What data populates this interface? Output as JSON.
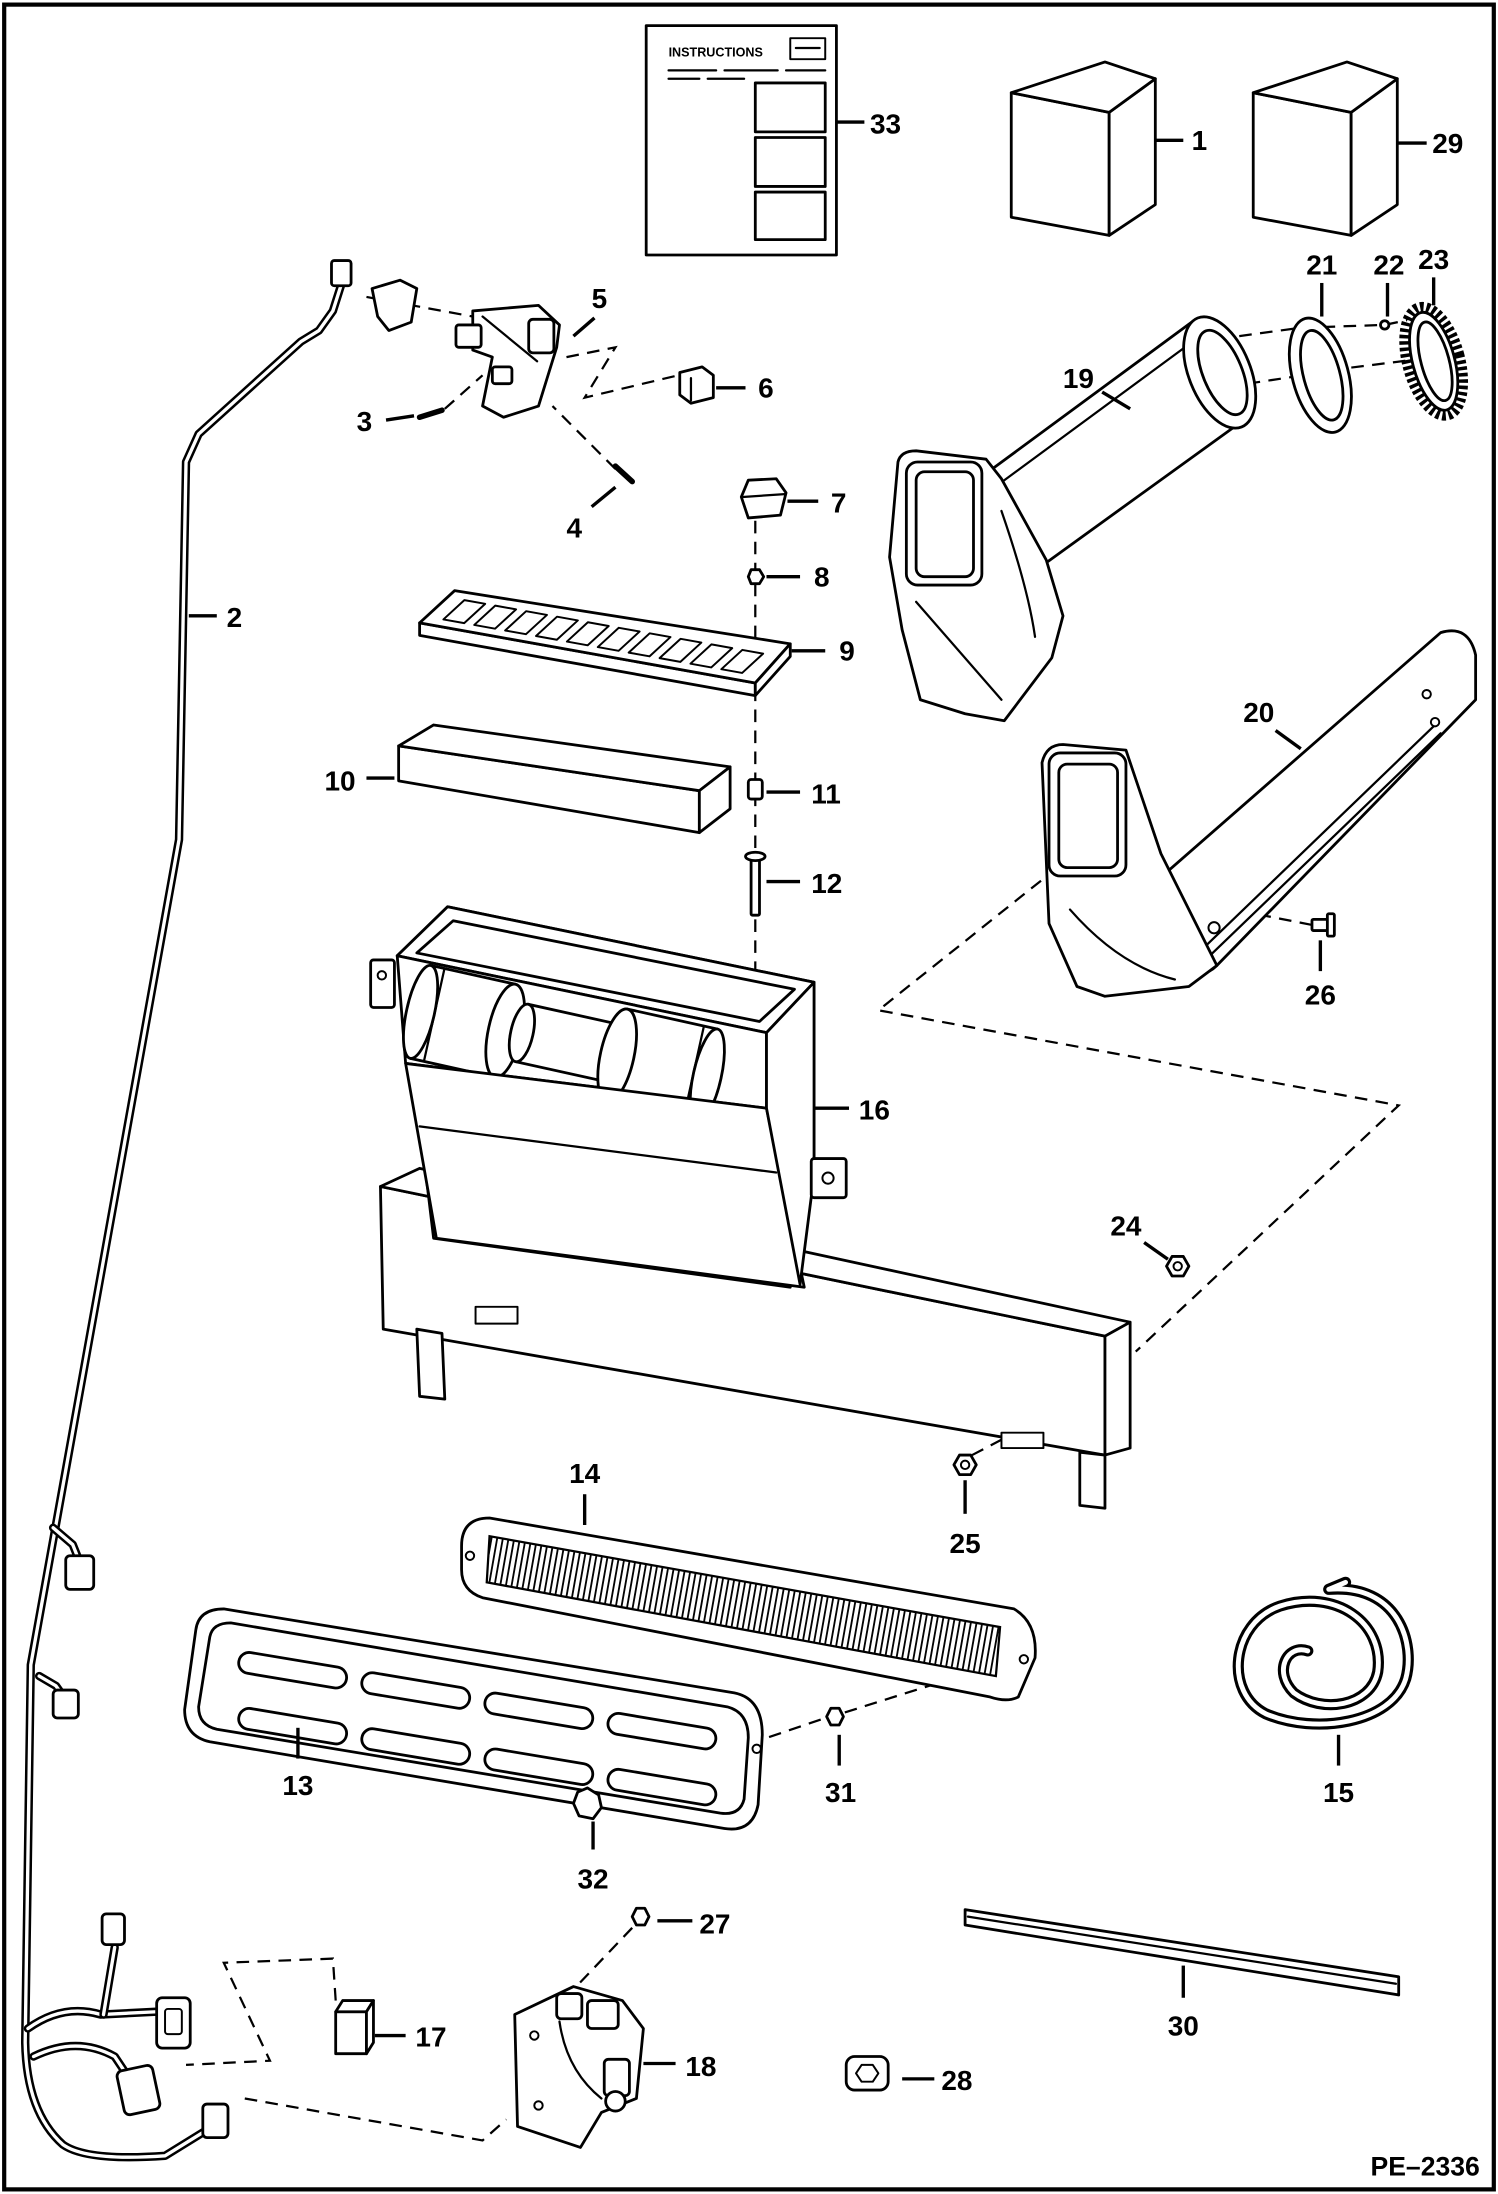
{
  "colors": {
    "ink": "#000000",
    "paper": "#ffffff"
  },
  "instructions_sheet": {
    "heading": "INSTRUCTIONS"
  },
  "callouts": [
    "1",
    "2",
    "3",
    "4",
    "5",
    "6",
    "7",
    "8",
    "9",
    "10",
    "11",
    "12",
    "13",
    "14",
    "15",
    "16",
    "17",
    "18",
    "19",
    "20",
    "21",
    "22",
    "23",
    "24",
    "25",
    "26",
    "27",
    "28",
    "29",
    "30",
    "31",
    "32",
    "33"
  ],
  "figure_id": "PE–2336"
}
